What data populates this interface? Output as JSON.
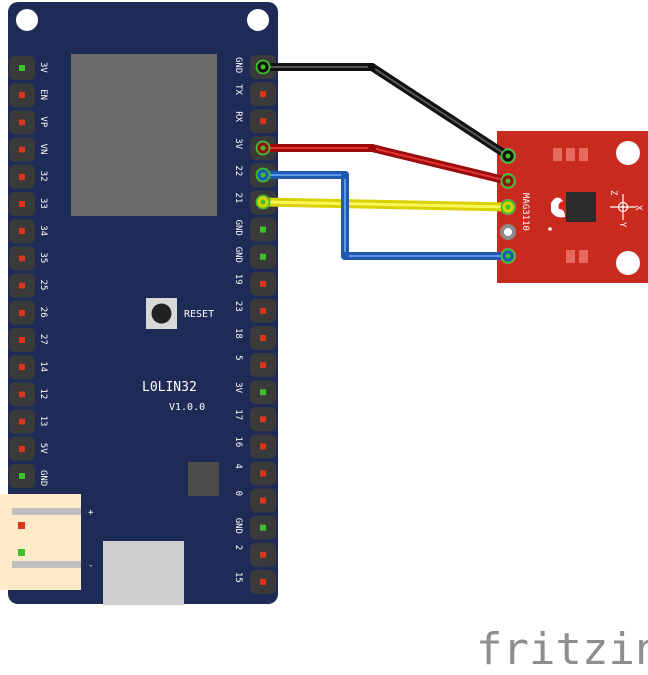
{
  "board": {
    "name": "L0LIN32",
    "version": "V1.0.0",
    "reset_label": "RESET",
    "left_pins": [
      "3V",
      "EN",
      "VP",
      "VN",
      "32",
      "33",
      "34",
      "35",
      "25",
      "26",
      "27",
      "14",
      "12",
      "13",
      "5V",
      "GND"
    ],
    "right_pins": [
      "GND",
      "TX",
      "RX",
      "3V",
      "22",
      "21",
      "GND",
      "GND",
      "19",
      "23",
      "18",
      "5",
      "3V",
      "17",
      "16",
      "4",
      "0",
      "GND",
      "2",
      "15"
    ],
    "battery_plus": "+",
    "battery_minus": "-"
  },
  "sensor": {
    "name": "MAG3110",
    "axis_x": "X",
    "axis_y": "Y",
    "axis_z": "Z"
  },
  "wires": [
    {
      "from": "GND",
      "to": "sensor pin 1",
      "color": "#1a1a1a"
    },
    {
      "from": "3V",
      "to": "sensor pin 2",
      "color": "#c41212"
    },
    {
      "from": "21",
      "to": "sensor pin 3",
      "color": "#f4ef14"
    },
    {
      "from": "22",
      "to": "sensor pin 5",
      "color": "#2e70c7"
    }
  ],
  "brand": {
    "text": "fritzing"
  },
  "colors": {
    "board": "#1e2b57",
    "sensor": "#c92a1e",
    "pin_green": "#3fbf2e",
    "pin_red": "#d8351c",
    "header": "#3a3a3a",
    "battery": "#fcebc6"
  }
}
